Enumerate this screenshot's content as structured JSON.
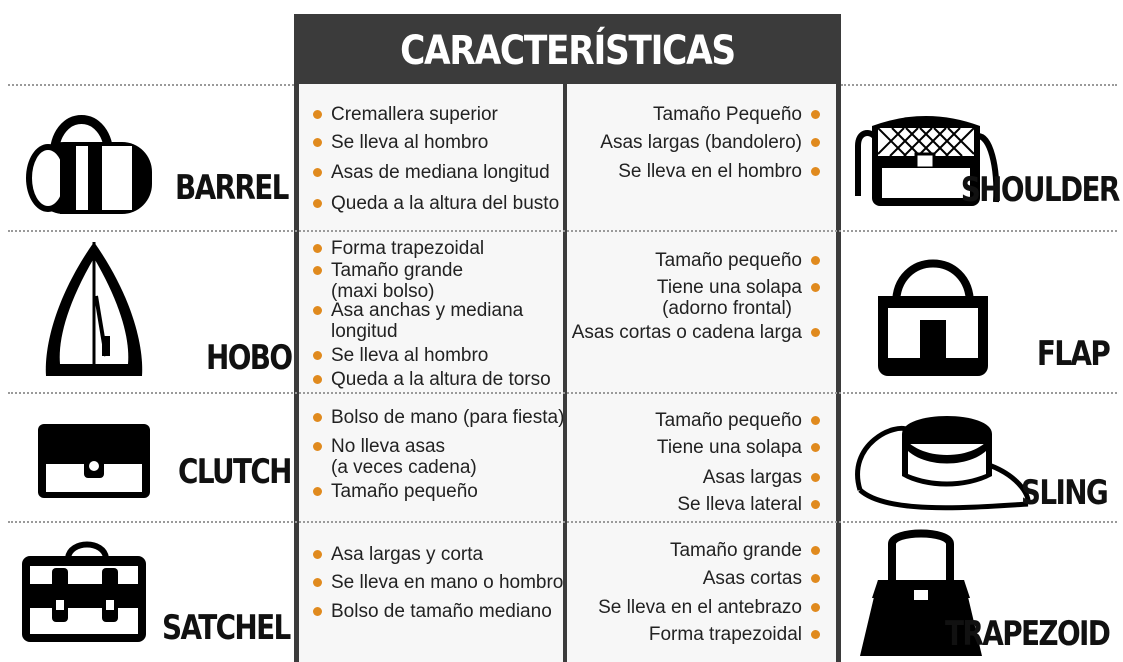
{
  "title": "CARACTERÍSTICAS",
  "accent_color": "#e08a1e",
  "header_color": "#3b3b3b",
  "rows": [
    {
      "left_name": "BARREL",
      "left_icon": "barrel-bag-icon",
      "left_features": [
        "Cremallera superior",
        "Se lleva al hombro",
        "Asas de mediana longitud",
        "Queda a la altura del busto"
      ],
      "right_name": "SHOULDER",
      "right_icon": "shoulder-bag-icon",
      "right_features": [
        "Tamaño Pequeño",
        "Asas largas (bandolero)",
        "Se lleva en el hombro"
      ]
    },
    {
      "left_name": "HOBO",
      "left_icon": "hobo-bag-icon",
      "left_features": [
        {
          "l1": "Forma trapezoidal"
        },
        {
          "l1": "Tamaño grande",
          "l2": "(maxi bolso)"
        },
        {
          "l1": "Asa anchas y mediana",
          "l2": "longitud"
        },
        {
          "l1": "Se lleva al hombro"
        },
        {
          "l1": "Queda a la altura de torso"
        }
      ],
      "right_name": "FLAP",
      "right_icon": "flap-bag-icon",
      "right_features": [
        {
          "l1": "Tamaño pequeño"
        },
        {
          "l1": "Tiene una solapa",
          "l2": "(adorno frontal)"
        },
        {
          "l1": "Asas cortas o cadena larga"
        }
      ]
    },
    {
      "left_name": "CLUTCH",
      "left_icon": "clutch-bag-icon",
      "left_features": [
        {
          "l1": "Bolso de mano (para fiesta)"
        },
        {
          "l1": "No lleva asas",
          "l2": "(a veces cadena)"
        },
        {
          "l1": "Tamaño pequeño"
        }
      ],
      "right_name": "SLING",
      "right_icon": "sling-bag-icon",
      "right_features": [
        "Tamaño pequeño",
        "Tiene una solapa",
        "Asas largas",
        "Se lleva lateral"
      ]
    },
    {
      "left_name": "SATCHEL",
      "left_icon": "satchel-bag-icon",
      "left_features": [
        "Asa largas y corta",
        "Se lleva en mano o hombro",
        "Bolso de tamaño mediano"
      ],
      "right_name": "TRAPEZOID",
      "right_icon": "trapezoid-bag-icon",
      "right_features": [
        "Tamaño grande",
        "Asas cortas",
        "Se lleva en el antebrazo",
        "Forma trapezoidal"
      ]
    }
  ]
}
